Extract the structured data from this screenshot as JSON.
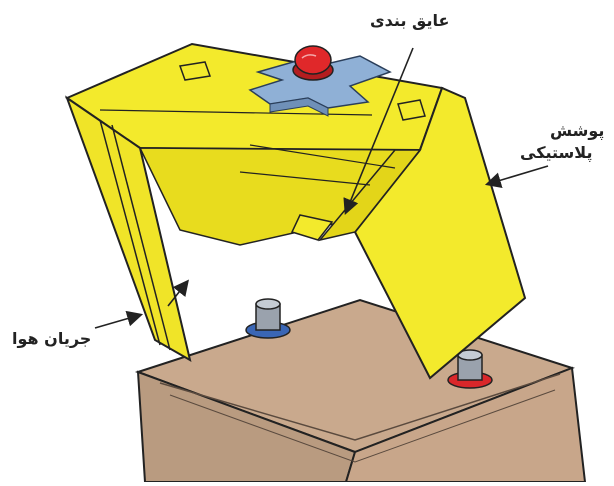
{
  "labels": {
    "insulator": "عایق بندی",
    "cover_line1": "پوشش",
    "cover_line2": "پلاستیکی",
    "airflow": "جریان هوا"
  },
  "colors": {
    "cover_yellow": "#f3ea2c",
    "battery_tan": "#c9a98d",
    "insulator_blue": "#8fb0d6",
    "cap_red": "#e0282a",
    "terminal_blue": "#3a66b5",
    "terminal_red": "#d9272a",
    "terminal_gray": "#9aa2ad"
  }
}
